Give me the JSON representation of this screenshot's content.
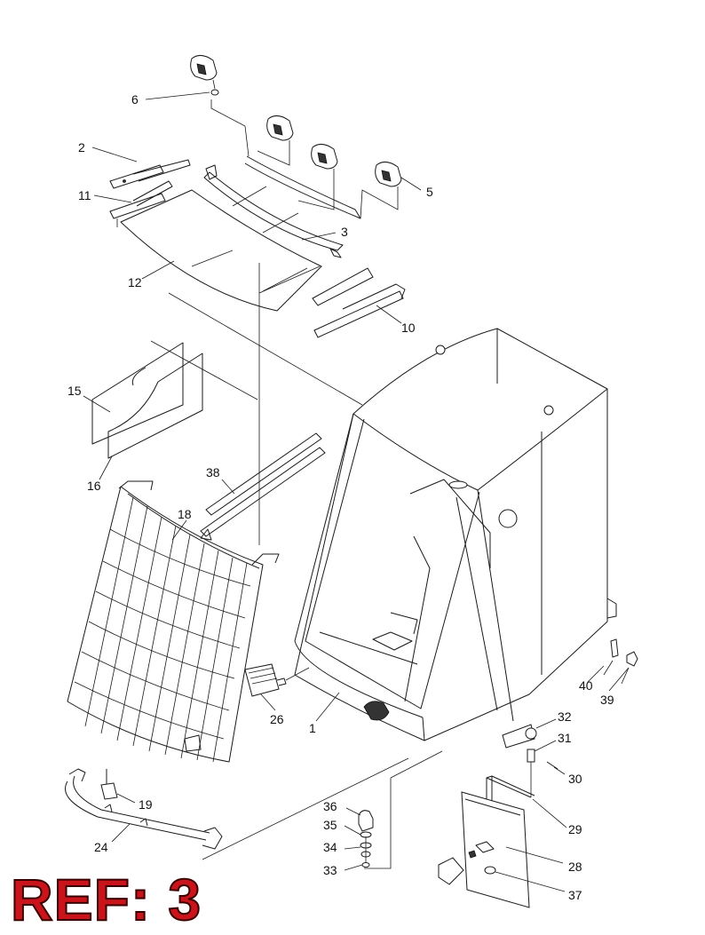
{
  "diagram": {
    "callouts": [
      "6",
      "2",
      "11",
      "5",
      "3",
      "12",
      "10",
      "15",
      "16",
      "38",
      "18",
      "26",
      "1",
      "40",
      "39",
      "32",
      "31",
      "30",
      "19",
      "29",
      "24",
      "36",
      "35",
      "34",
      "33",
      "28",
      "37"
    ]
  },
  "ref_label": "REF: 3",
  "colors": {
    "ref_text": "#c8141a",
    "line": "#1a1a1a"
  }
}
